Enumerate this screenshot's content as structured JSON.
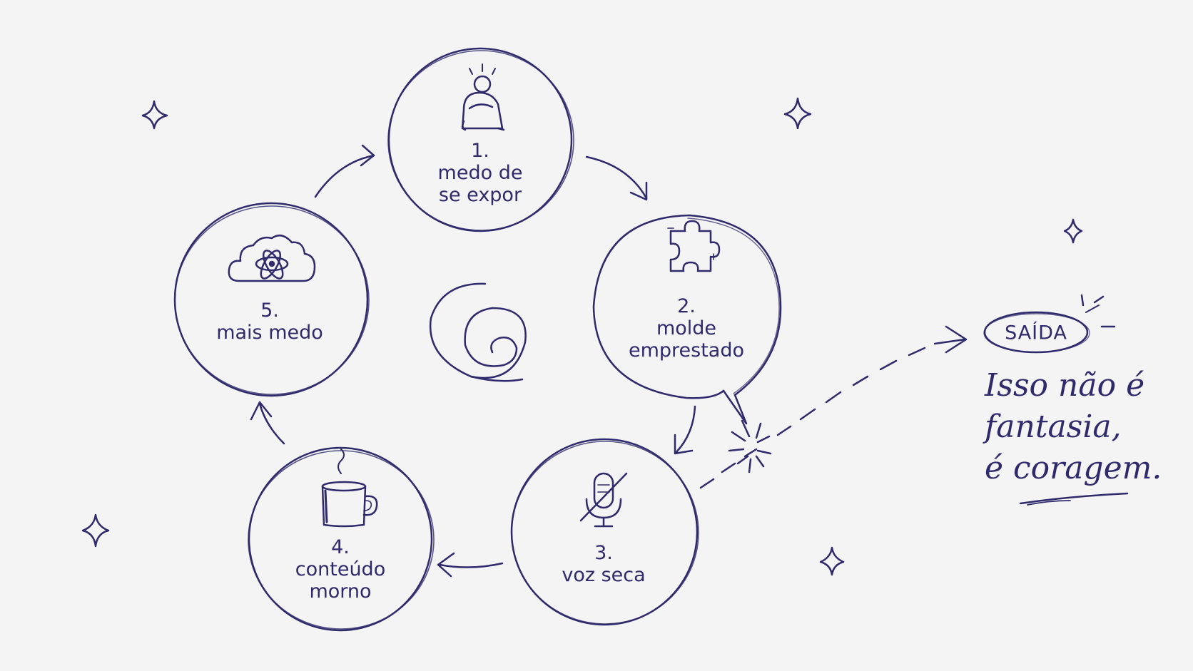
{
  "colors": {
    "ink": "#2e2a6b",
    "background": "#f4f4f5"
  },
  "steps": [
    {
      "number": "1.",
      "lines": [
        "medo de",
        "se expor"
      ],
      "icon": "hugging-knees-person-icon"
    },
    {
      "number": "2.",
      "lines": [
        "molde",
        "emprestado"
      ],
      "icon": "puzzle-piece-icon"
    },
    {
      "number": "3.",
      "lines": [
        "voz seca"
      ],
      "icon": "muted-microphone-icon"
    },
    {
      "number": "4.",
      "lines": [
        "conteúdo",
        "morno"
      ],
      "icon": "coffee-mug-icon"
    },
    {
      "number": "5.",
      "lines": [
        "mais medo"
      ],
      "icon": "tangled-cloud-icon"
    }
  ],
  "exit": {
    "badge": "SAÍDA",
    "quote_lines": [
      "Isso não é",
      "fantasia,",
      "é coragem."
    ]
  }
}
